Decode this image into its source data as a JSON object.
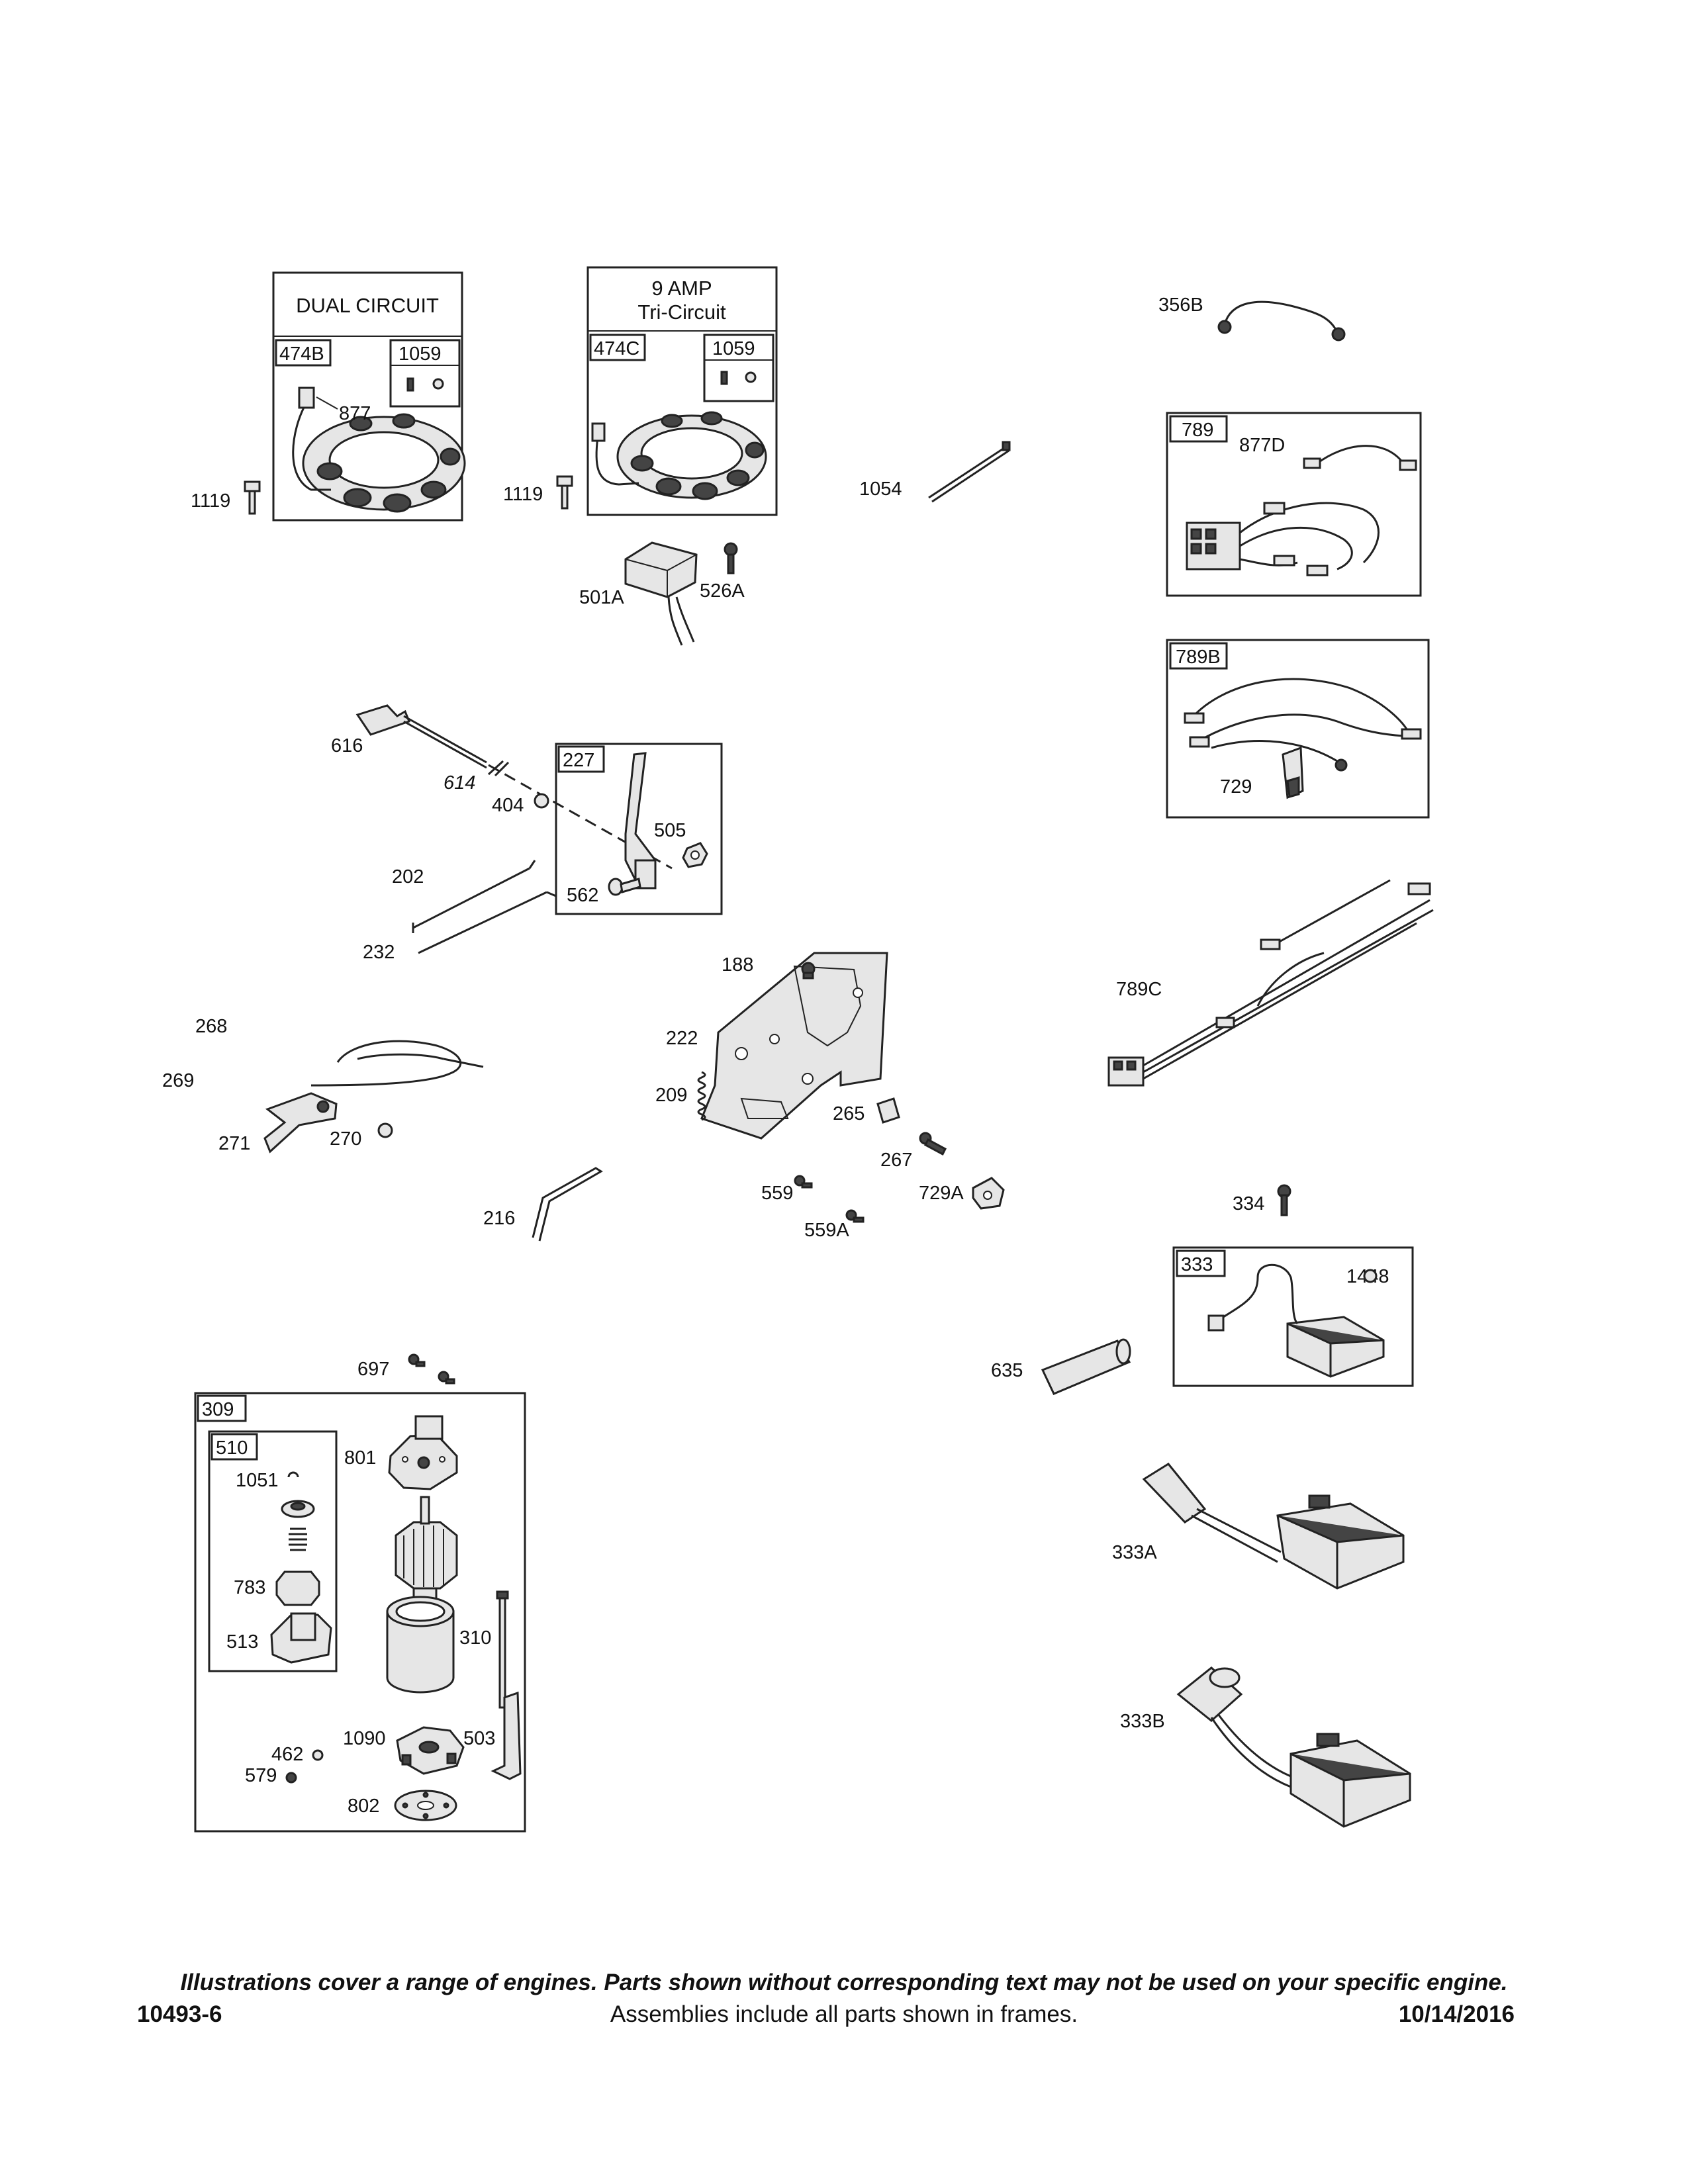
{
  "frames": {
    "dual_title": "DUAL CIRCUIT",
    "amp_title_1": "9  AMP",
    "amp_title_2": "Tri-Circuit"
  },
  "labels": {
    "p474B": "474B",
    "p1059a": "1059",
    "p877": "877",
    "p1119a": "1119",
    "p474C": "474C",
    "p1059b": "1059",
    "p1119b": "1119",
    "p501A": "501A",
    "p526A": "526A",
    "p1054": "1054",
    "p356B": "356B",
    "p789": "789",
    "p877D": "877D",
    "p789B": "789B",
    "p729": "729",
    "p616": "616",
    "p614": "614",
    "p404": "404",
    "p227": "227",
    "p505": "505",
    "p562": "562",
    "p202": "202",
    "p232": "232",
    "p188": "188",
    "p222": "222",
    "p209": "209",
    "p265": "265",
    "p267": "267",
    "p559": "559",
    "p559A": "559A",
    "p729A": "729A",
    "p216": "216",
    "p268": "268",
    "p269": "269",
    "p271": "271",
    "p270": "270",
    "p789C": "789C",
    "p334": "334",
    "p333": "333",
    "p1448": "1448",
    "p635": "635",
    "p333A": "333A",
    "p333B": "333B",
    "p697": "697",
    "p309": "309",
    "p510": "510",
    "p801": "801",
    "p1051": "1051",
    "p783": "783",
    "p513": "513",
    "p310": "310",
    "p503": "503",
    "p1090": "1090",
    "p462": "462",
    "p579": "579",
    "p802": "802"
  },
  "footer": {
    "disclaimer": "Illustrations cover a range of engines. Parts shown without corresponding text may not be used on your specific engine.",
    "doc_id": "10493-6",
    "assemblies_note": "Assemblies include all parts shown in frames.",
    "date": "10/14/2016"
  }
}
